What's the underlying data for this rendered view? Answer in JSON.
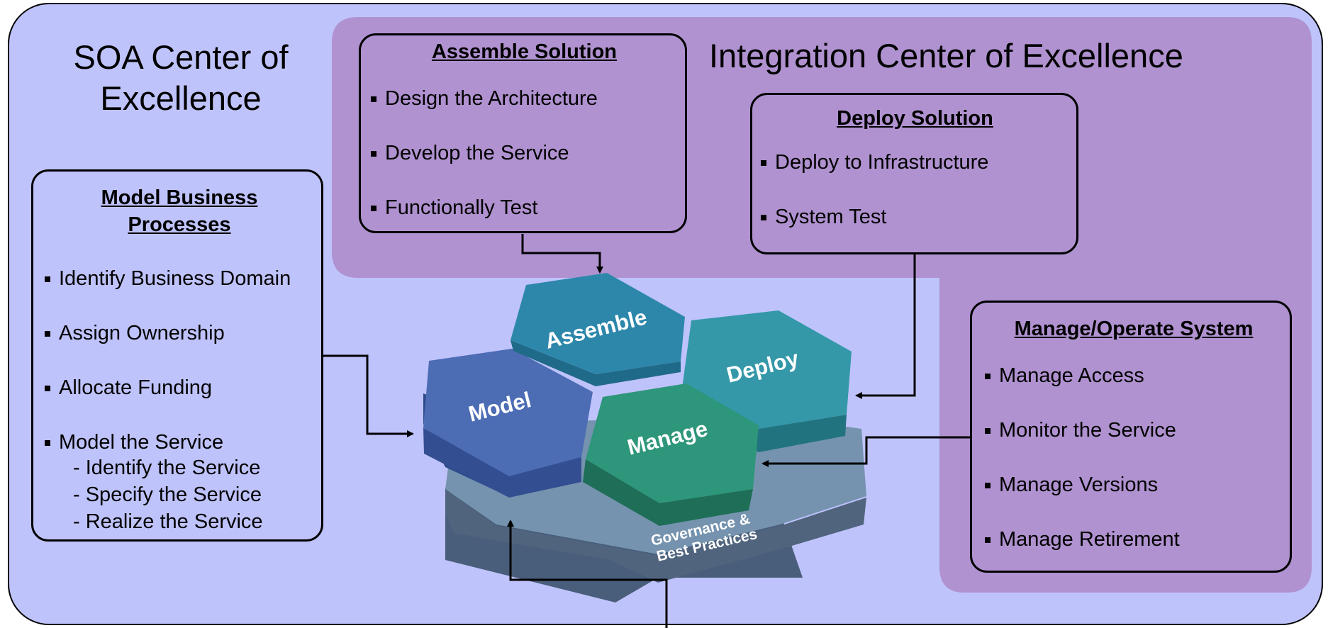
{
  "soa_title": "SOA Center of Excellence",
  "integration_title": "Integration Center of Excellence",
  "model_box": {
    "heading": "Model Business Processes",
    "items": [
      "Identify Business Domain",
      "Assign Ownership",
      "Allocate Funding",
      "Model the Service"
    ],
    "sub_items": [
      "- Identify the Service",
      "- Specify the Service",
      "- Realize the Service"
    ]
  },
  "assemble_box": {
    "heading": "Assemble Solution",
    "items": [
      "Design the Architecture",
      "Develop the Service",
      "Functionally Test"
    ]
  },
  "deploy_box": {
    "heading": "Deploy Solution",
    "items": [
      "Deploy to Infrastructure",
      "System Test"
    ]
  },
  "manage_box": {
    "heading": "Manage/Operate System",
    "items": [
      "Manage Access",
      "Monitor the Service",
      "Manage Versions",
      "Manage Retirement"
    ]
  },
  "hexagons": {
    "model": "Model",
    "assemble": "Assemble",
    "deploy": "Deploy",
    "manage": "Manage",
    "governance_line1": "Governance &",
    "governance_line2": "Best Practices"
  },
  "colors": {
    "outer_bg": "#bfc3fb",
    "integration_bg": "#b092d0",
    "model_hex": "#4c6cb4",
    "assemble_hex": "#2d87ab",
    "deploy_hex": "#3498a8",
    "manage_hex": "#2e967a",
    "governance_hex": "#7894ac"
  }
}
